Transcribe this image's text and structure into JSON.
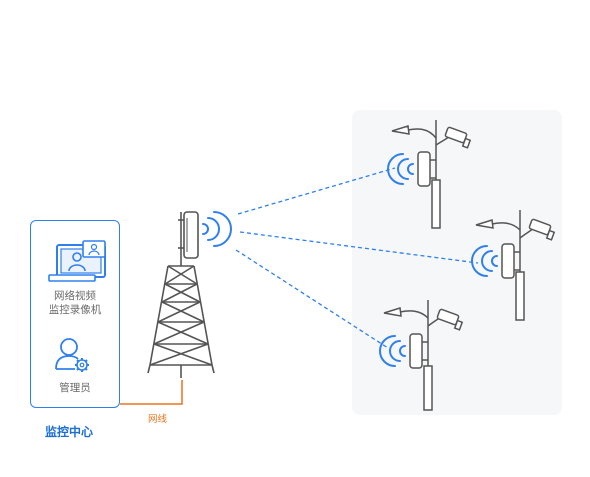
{
  "monitoring_center": {
    "title": "监控中心",
    "nvr_line1": "网络视频",
    "nvr_line2": "监控录像机",
    "admin_label": "管理员"
  },
  "link": {
    "cable_label": "网线"
  },
  "colors": {
    "accent_blue": "#2f80ed",
    "title_blue": "#1a6fd6",
    "cable_orange": "#e8741e",
    "ink": "#555555",
    "camera_panel": "#f6f7f9"
  },
  "icons": [
    "computer-monitor-icon",
    "admin-user-icon",
    "gear-icon",
    "wifi-signal-icon",
    "transmission-tower-icon",
    "street-lamp-icon",
    "cctv-camera-icon"
  ]
}
